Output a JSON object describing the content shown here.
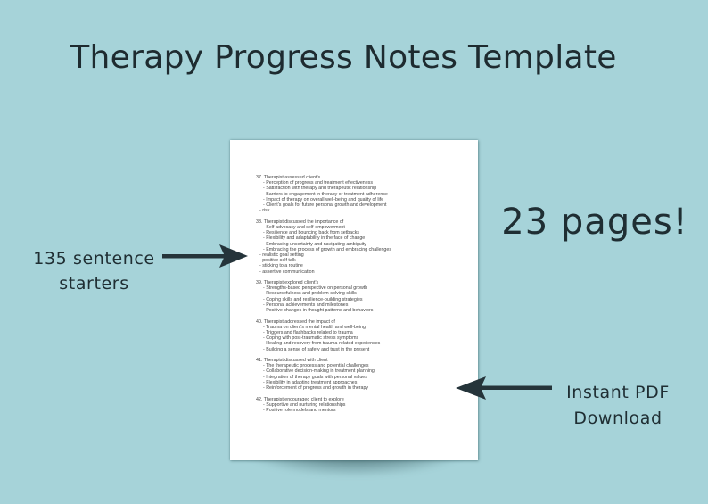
{
  "title": "Therapy Progress Notes Template",
  "colors": {
    "background": "#a6d3d9",
    "text": "#1f2e33",
    "paper": "#ffffff",
    "arrow": "#25343a"
  },
  "callouts": {
    "left": {
      "line1": "135 sentence",
      "line2": "starters",
      "arrow_icon": "arrow-right-icon"
    },
    "right_top": {
      "text": "23 pages!"
    },
    "right_bottom": {
      "line1": "Instant PDF",
      "line2": "Download",
      "arrow_icon": "arrow-left-icon"
    }
  },
  "document": {
    "sections": [
      {
        "heading": "37. Therapist assessed client's",
        "items": [
          "- Perception of progress and treatment effectiveness",
          "- Satisfaction with therapy and therapeutic relationship",
          "- Barriers to engagement in therapy or treatment adherence",
          "- Impact of therapy on overall well-being and quality of life",
          "- Client's goals for future personal growth and development"
        ],
        "flush_items": [
          "- risk"
        ]
      },
      {
        "heading": "38. Therapist discussed the importance of",
        "items": [
          "- Self-advocacy and self-empowerment",
          "- Resilience and bouncing back from setbacks",
          "- Flexibility and adaptability in the face of change",
          "- Embracing uncertainty and navigating ambiguity",
          "- Embracing the process of growth and embracing challenges"
        ],
        "flush_items": [
          "- realistic goal setting",
          "- positive self talk",
          "- sticking to a routine",
          "- assertive communication"
        ]
      },
      {
        "heading": "39. Therapist explored client's",
        "items": [
          "- Strengths-based perspective on personal growth",
          "- Resourcefulness and problem-solving skills",
          "- Coping skills and resilience-building strategies",
          "- Personal achievements and milestones",
          "- Positive changes in thought patterns and behaviors"
        ],
        "flush_items": []
      },
      {
        "heading": "40. Therapist addressed the impact of",
        "items": [
          "- Trauma on client's mental health and well-being",
          "- Triggers and flashbacks related to trauma",
          "- Coping with post-traumatic stress symptoms",
          "- Healing and recovery from trauma-related experiences",
          "- Building a sense of safety and trust in the present"
        ],
        "flush_items": []
      },
      {
        "heading": "41. Therapist discussed with client",
        "items": [
          "- The therapeutic process and potential challenges",
          "- Collaborative decision-making in treatment planning",
          "- Integration of therapy goals with personal values",
          "- Flexibility in adapting treatment approaches",
          "- Reinforcement of progress and growth in therapy"
        ],
        "flush_items": []
      },
      {
        "heading": "42. Therapist encouraged client to explore",
        "items": [
          "- Supportive and nurturing relationships",
          "- Positive role models and mentors"
        ],
        "flush_items": []
      }
    ]
  }
}
